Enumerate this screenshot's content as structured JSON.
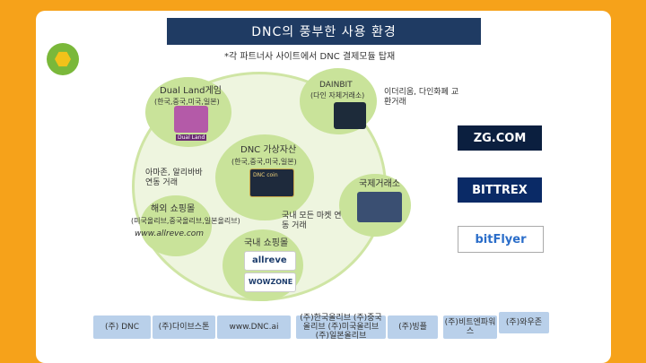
{
  "header": {
    "title": "DNC의 풍부한 사용 환경",
    "subtitle": "*각 파트너사 사이트에서 DNC 결제모듈 탑재"
  },
  "nodes": {
    "dualland_title": "Dual Land게임",
    "dualland_sub": "(한국,중국,미국,일본)",
    "dualland_badge": "Dual Land",
    "dainbit_title": "DAINBIT",
    "dainbit_sub": "(다인 자체거래소)",
    "dainbit_side": "이더리움, 다인화폐 교환거래",
    "center_title": "DNC 가상자산",
    "center_sub": "(한국,중국,미국,일본)",
    "card_label": "DNC coin",
    "amazon": "아마존, 알리바바 연동 거래",
    "overseas_title": "해외 쇼핑몰",
    "overseas_sub": "(미국올리브,중국올리브,일본올리브)",
    "overseas_url": "www.allreve.com",
    "exchange_title": "국제거래소",
    "domestic_market": "국내 모든 마켓 연동 거래",
    "domestic_mall": "국내 쇼핑몰",
    "allreve_logo": "allreve",
    "wowzone_logo": "WOWZONE"
  },
  "brands": {
    "zg": "ZG.COM",
    "bittrex": "BITTREX",
    "bitflyer": "bitFlyer"
  },
  "buttons": [
    {
      "label": "(주) DNC"
    },
    {
      "label": "(주)다이브스톤"
    },
    {
      "label": "www.DNC.ai"
    },
    {
      "label": "(주)한국올리브 (주)중국올리브 (주)미국올리브 (주)일본올리브"
    },
    {
      "label": "(주)빙플"
    },
    {
      "label": "(주)비트엔파워스"
    },
    {
      "label": "(주)와우존"
    }
  ],
  "colors": {
    "frame": "#f6a21a",
    "title_bar": "#1f3b63",
    "circle": "#c9e39a",
    "button": "#b9d0ea"
  }
}
